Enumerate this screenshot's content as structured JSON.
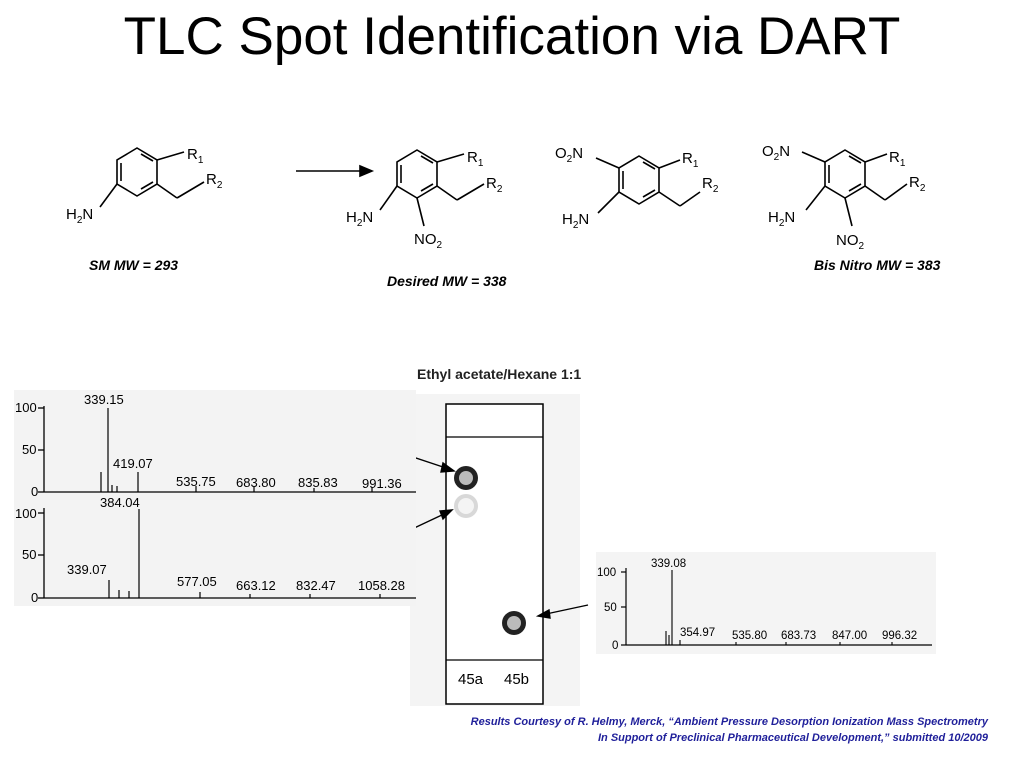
{
  "title": "TLC Spot Identification via DART",
  "structures": {
    "sm": {
      "r1": "R",
      "r1_sub": "1",
      "r2": "R",
      "r2_sub": "2",
      "amine": "H",
      "amine_sub": "2",
      "amine_tail": "N",
      "label": "SM  MW   = 293"
    },
    "desired": {
      "r1": "R",
      "r1_sub": "1",
      "r2": "R",
      "r2_sub": "2",
      "amine": "H",
      "amine_sub": "2",
      "amine_tail": "N",
      "nitro": "NO",
      "nitro_sub": "2",
      "label": "Desired MW = 338"
    },
    "isomer": {
      "r1": "R",
      "r1_sub": "1",
      "r2": "R",
      "r2_sub": "2",
      "amine": "H",
      "amine_sub": "2",
      "amine_tail": "N",
      "o2n": "O",
      "o2n_sub": "2",
      "o2n_tail": "N"
    },
    "bis": {
      "r1": "R",
      "r1_sub": "1",
      "r2": "R",
      "r2_sub": "2",
      "amine": "H",
      "amine_sub": "2",
      "amine_tail": "N",
      "o2n": "O",
      "o2n_sub": "2",
      "o2n_tail": "N",
      "nitro": "NO",
      "nitro_sub": "2",
      "label": "Bis Nitro MW = 383"
    }
  },
  "tlc": {
    "solvent": "Ethyl acetate/Hexane 1:1",
    "lane_a": "45a",
    "lane_b": "45b"
  },
  "spectra": {
    "top": {
      "y_ticks": [
        "100",
        "50",
        "0"
      ],
      "base_peak": "339.15",
      "peaks": [
        "419.07",
        "535.75",
        "683.80",
        "835.83",
        "991.36"
      ]
    },
    "middle": {
      "y_ticks": [
        "100",
        "50",
        "0"
      ],
      "base_peak": "384.04",
      "peaks": [
        "339.07",
        "577.05",
        "663.12",
        "832.47",
        "1058.28"
      ]
    },
    "right": {
      "y_ticks": [
        "100",
        "50",
        "0"
      ],
      "base_peak": "339.08",
      "peaks": [
        "354.97",
        "535.80",
        "683.73",
        "847.00",
        "996.32"
      ]
    }
  },
  "credit": {
    "line1": "Results Courtesy of R. Helmy, Merck, “Ambient Pressure Desorption Ionization Mass Spectrometry",
    "line2": "In Support of Preclinical Pharmaceutical Development,” submitted 10/2009"
  }
}
